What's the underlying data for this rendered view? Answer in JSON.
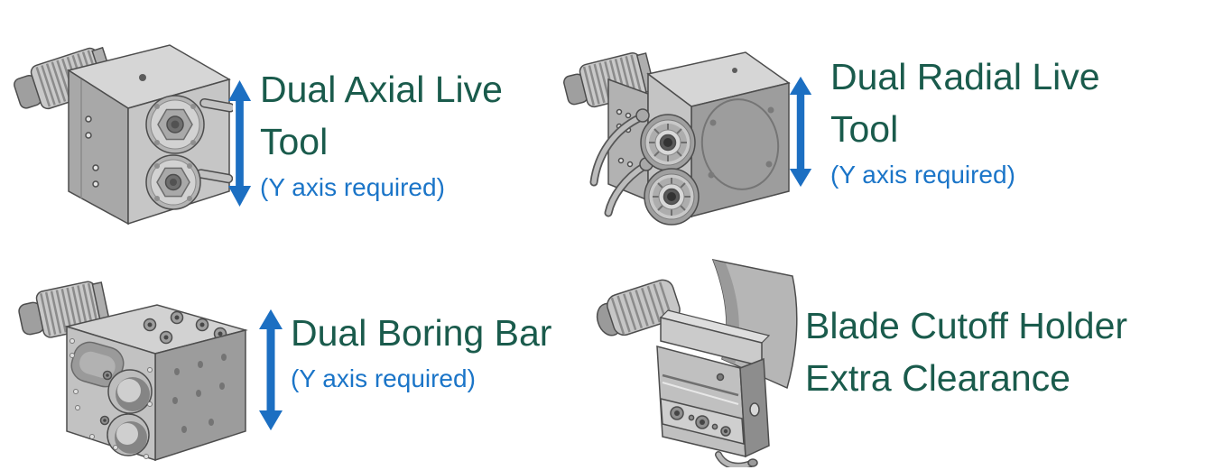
{
  "colors": {
    "heading": "#1a5b4c",
    "subtitle": "#1b75c8",
    "arrow": "#1c6fc2"
  },
  "items": [
    {
      "id": "dual-axial-live-tool",
      "label": "Dual Axial Live Tool",
      "label_lines": [
        "Dual Axial Live",
        "Tool"
      ],
      "sublabel": "(Y axis required)",
      "image": "dual-axial-live-tool-render",
      "arrow_icon": "vertical-double-arrow"
    },
    {
      "id": "dual-radial-live-tool",
      "label": "Dual Radial Live Tool",
      "label_lines": [
        "Dual Radial Live",
        "Tool"
      ],
      "sublabel": "(Y axis required)",
      "image": "dual-radial-live-tool-render",
      "arrow_icon": "vertical-double-arrow"
    },
    {
      "id": "dual-boring-bar",
      "label": "Dual Boring Bar",
      "label_lines": [
        "Dual Boring Bar"
      ],
      "sublabel": "(Y axis required)",
      "image": "dual-boring-bar-render",
      "arrow_icon": "vertical-double-arrow"
    },
    {
      "id": "blade-cutoff-holder-extra-clearance",
      "label": "Blade Cutoff Holder Extra Clearance",
      "label_lines": [
        "Blade Cutoff Holder",
        "Extra Clearance"
      ],
      "sublabel": "",
      "image": "blade-cutoff-holder-render",
      "arrow_icon": null
    }
  ]
}
